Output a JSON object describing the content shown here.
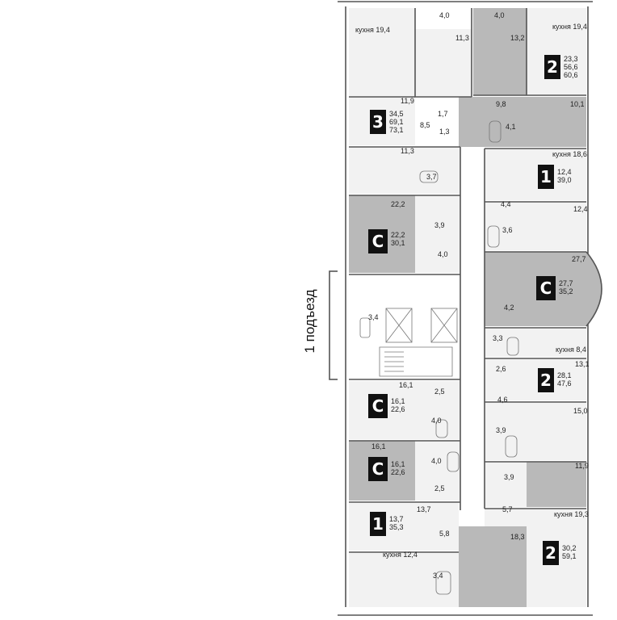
{
  "entrance_label": "1 подъезд",
  "colors": {
    "dark_fill": "#b9b9b9",
    "light_fill": "#f2f2f2",
    "wall": "#555555",
    "badge": "#111111"
  },
  "apartments": [
    {
      "badge": "2",
      "areas": [
        "23,3",
        "56,6",
        "60,6"
      ]
    },
    {
      "badge": "3",
      "areas": [
        "34,5",
        "69,1",
        "73,1"
      ]
    },
    {
      "badge": "1",
      "areas": [
        "12,4",
        "39,0"
      ]
    },
    {
      "badge": "С",
      "areas": [
        "22,2",
        "30,1"
      ]
    },
    {
      "badge": "С",
      "areas": [
        "27,7",
        "35,2"
      ]
    },
    {
      "badge": "2",
      "areas": [
        "28,1",
        "47,6"
      ]
    },
    {
      "badge": "С",
      "areas": [
        "16,1",
        "22,6"
      ]
    },
    {
      "badge": "С",
      "areas": [
        "16,1",
        "22,6"
      ]
    },
    {
      "badge": "1",
      "areas": [
        "13,7",
        "35,3"
      ]
    },
    {
      "badge": "2",
      "areas": [
        "30,2",
        "59,1"
      ]
    }
  ],
  "room_labels": [
    "кухня 19,4",
    "4,0",
    "4,0",
    "кухня 19,4",
    "11,3",
    "13,2",
    "11,9",
    "1,7",
    "9,8",
    "10,1",
    "8,5",
    "1,3",
    "4,1",
    "11,3",
    "кухня 18,6",
    "3,7",
    "22,2",
    "3,9",
    "4,4",
    "12,4",
    "3,6",
    "4,0",
    "27,7",
    "3,4",
    "4,2",
    "3,3",
    "кухня 8,4",
    "13,1",
    "2,6",
    "16,1",
    "2,5",
    "4,6",
    "4,0",
    "15,0",
    "3,9",
    "16,1",
    "4,0",
    "3,9",
    "11,9",
    "2,5",
    "13,7",
    "5,7",
    "кухня 19,3",
    "5,8",
    "18,3",
    "кухня 12,4",
    "3,4"
  ]
}
